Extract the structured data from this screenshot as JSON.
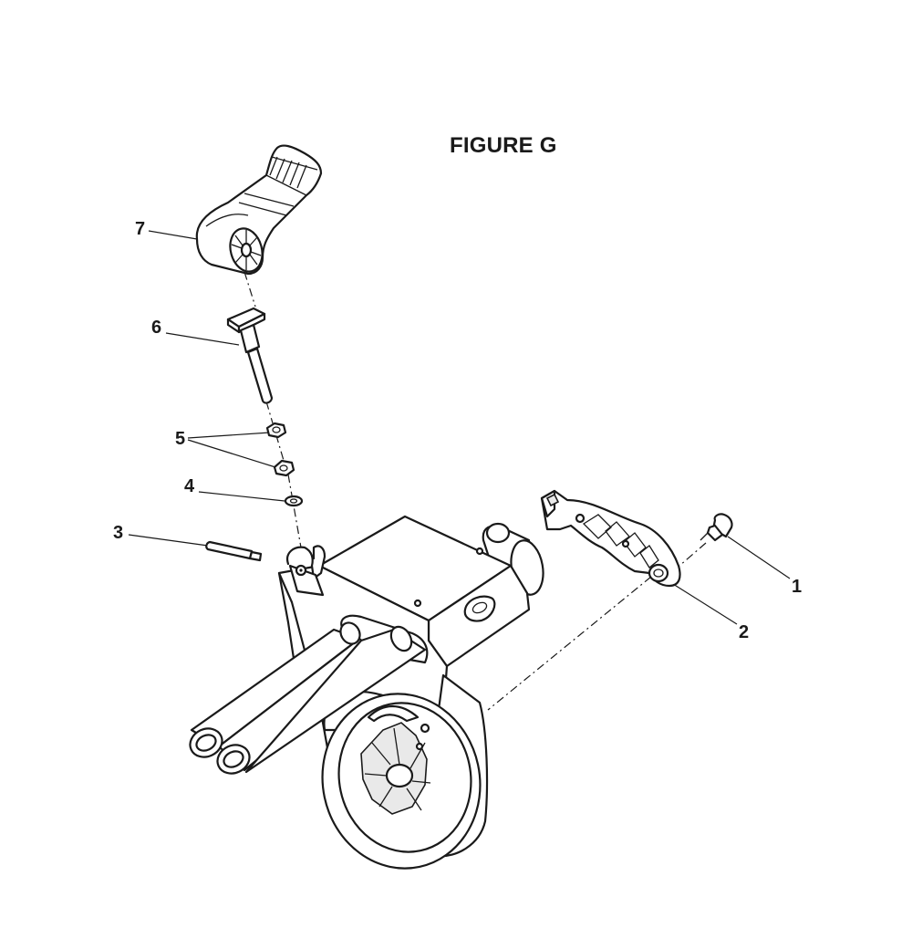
{
  "figure": {
    "title": "FIGURE G"
  },
  "callouts": [
    {
      "id": "1",
      "label": "1"
    },
    {
      "id": "2",
      "label": "2"
    },
    {
      "id": "3",
      "label": "3"
    },
    {
      "id": "4",
      "label": "4"
    },
    {
      "id": "5",
      "label": "5"
    },
    {
      "id": "6",
      "label": "6"
    },
    {
      "id": "7",
      "label": "7"
    }
  ]
}
